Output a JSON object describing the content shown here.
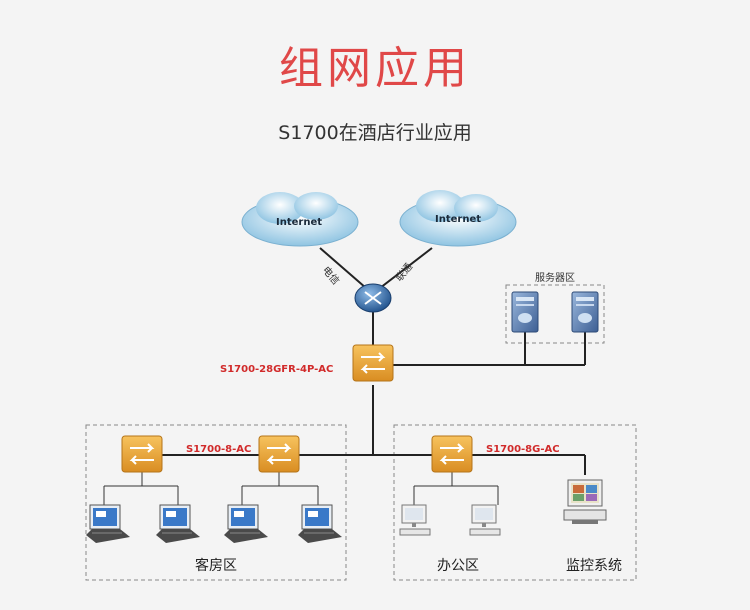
{
  "header": {
    "title": "组网应用",
    "subtitle": "S1700在酒店行业应用"
  },
  "clouds": [
    {
      "label": "Internet"
    },
    {
      "label": "Internet"
    }
  ],
  "links": {
    "isp_left": "电信",
    "isp_right": "联通"
  },
  "switches": {
    "core": "S1700-28GFR-4P-AC",
    "guest": "S1700-8-AC",
    "office": "S1700-8G-AC"
  },
  "zones": {
    "server": "服务器区",
    "guest": "客房区",
    "office": "办公区",
    "monitor": "监控系统"
  },
  "colors": {
    "title": "#e04848",
    "label_red": "#d12a2a",
    "switch": "#e6a53a",
    "cloud": "#a9d3ea",
    "router": "#2f6fb0",
    "server": "#4c6fa0"
  }
}
